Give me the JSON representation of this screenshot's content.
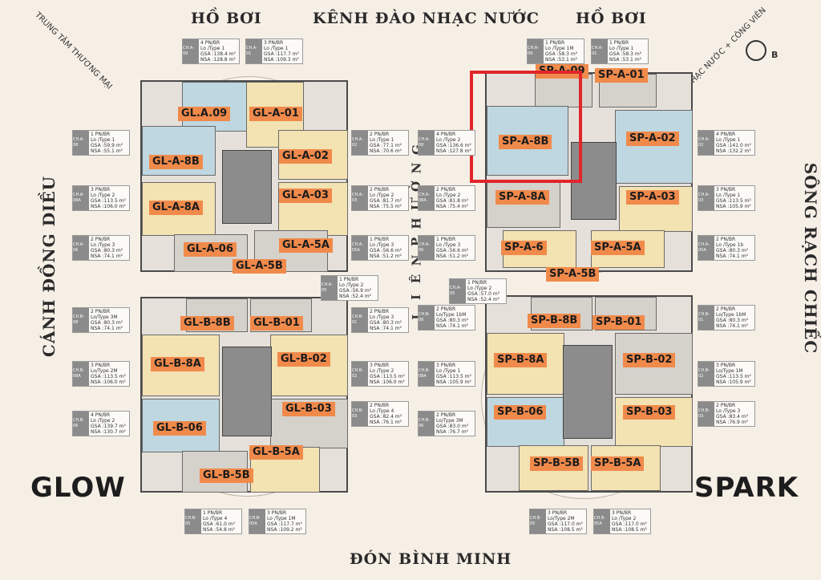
{
  "edges": {
    "top_left": "HỒ BƠI",
    "top_center": "KÊNH ĐÀO NHẠC NƯỚC",
    "top_right": "HỒ BƠI",
    "bottom": "ĐÓN BÌNH MINH",
    "left": "CÁNH ĐỒNG DIỀU",
    "right": "SÔNG RẠCH CHIẾC",
    "center_vertical": "LIÊN PHƯỜNG",
    "corner_left": "TRUNG TÂM THƯƠNG MẠI",
    "corner_right": "NHẠC NƯỚC + CÔNG VIÊN",
    "logo": "B"
  },
  "brands": {
    "left": "GLOW",
    "right": "SPARK"
  },
  "colors": {
    "tag": "#f08a4b",
    "highlight": "#e0262b"
  },
  "tags": {
    "gla09": "GL.A.09",
    "gla01": "GL-A-01",
    "gla8b": "GL-A-8B",
    "gla02": "GL-A-02",
    "gla8a": "GL-A-8A",
    "gla03": "GL-A-03",
    "gla06": "GL-A-06",
    "gla5a": "GL-A-5A",
    "gla5b": "GL-A-5B",
    "spa09": "SP-A-09",
    "spa01": "SP-A-01",
    "spa8b": "SP-A-8B",
    "spa02": "SP-A-02",
    "spa8a": "SP-A-8A",
    "spa03": "SP-A-03",
    "spa6": "SP-A-6",
    "spa5a": "SP-A-5A",
    "spa5b": "SP-A-5B",
    "glb8b": "GL-B-8B",
    "glb01": "GL-B-01",
    "glb8a": "GL-B-8A",
    "glb02": "GL-B-02",
    "glb06": "GL-B-06",
    "glb03": "GL-B-03",
    "glb5a": "GL-B-5A",
    "glb5b": "GL-B-5B",
    "spb8b": "SP-B-8B",
    "spb01": "SP-B-01",
    "spb8a": "SP-B-8A",
    "spb02": "SP-B-02",
    "spb06": "SP-B-06",
    "spb03": "SP-B-03",
    "spb5b": "SP-B-5B",
    "spb5a": "SP-B-5A"
  },
  "cards": [
    {
      "code": "CH.A-09",
      "l1": "4 PN/BR",
      "l2": "Lo  /Type 1",
      "l3": "GSA :138.4 m²",
      "l4": "NSA :128.8 m²"
    },
    {
      "code": "CH.A-01",
      "l1": "3 PN/BR",
      "l2": "Lo  /Type 1",
      "l3": "GSA :117.7 m²",
      "l4": "NSA :109.3 m²"
    },
    {
      "code": "CH.A-08",
      "l1": "1 PN/BR",
      "l2": "Lo  /Type 1",
      "l3": "GSA :59.9 m²",
      "l4": "NSA :55.1 m²"
    },
    {
      "code": "CH.A-02",
      "l1": "2 PN/BR",
      "l2": "Lo  /Type 1",
      "l3": "GSA :77.1 m²",
      "l4": "NSA :70.6 m²"
    },
    {
      "code": "CH.A-08A",
      "l1": "3 PN/BR",
      "l2": "Lo  /Type 2",
      "l3": "GSA :113.5 m²",
      "l4": "NSA :106.0 m²"
    },
    {
      "code": "CH.A-03",
      "l1": "2 PN/BR",
      "l2": "Lo  /Type 2",
      "l3": "GSA :81.7 m²",
      "l4": "NSA :75.5 m²"
    },
    {
      "code": "CH.A-06",
      "l1": "2 PN/BR",
      "l2": "Lo  /Type 3",
      "l3": "GSA :80.3 m²",
      "l4": "NSA :74.1 m²"
    },
    {
      "code": "CH.A-05A",
      "l1": "1 PN/BR",
      "l2": "Lo  /Type 3",
      "l3": "GSA :56.6 m²",
      "l4": "NSA :51.2 m²"
    },
    {
      "code": "CH.A-05",
      "l1": "1 PN/BR",
      "l2": "Lo  /Type 2",
      "l3": "GSA :56.9 m²",
      "l4": "NSA :52.4 m²"
    },
    {
      "code": "CH.A-09",
      "l1": "1 PN/BR",
      "l2": "Lo  /Type 1M",
      "l3": "GSA :58.3 m²",
      "l4": "NSA :53.1 m²"
    },
    {
      "code": "CH.A-01",
      "l1": "1 PN/BR",
      "l2": "Lo  /Type 1",
      "l3": "GSA :58.3 m²",
      "l4": "NSA :53.1 m²"
    },
    {
      "code": "CH.A-08",
      "l1": "4 PN/BR",
      "l2": "Lo  /Type 2",
      "l3": "GSA :136.6 m²",
      "l4": "NSA :127.8 m²"
    },
    {
      "code": "CH.A-02",
      "l1": "4 PN/BR",
      "l2": "Lo  /Type 1",
      "l3": "GSA :141.0 m²",
      "l4": "NSA :132.2 m²"
    },
    {
      "code": "CH.A-08A",
      "l1": "2 PN/BR",
      "l2": "Lo  /Type 2",
      "l3": "GSA :81.8 m²",
      "l4": "NSA :75.4 m²"
    },
    {
      "code": "CH.A-03",
      "l1": "3 PN/BR",
      "l2": "Lo  /Type 1",
      "l3": "GSA :113.5 m²",
      "l4": "NSA :105.9 m²"
    },
    {
      "code": "CH.A-06",
      "l1": "1 PN/BR",
      "l2": "Lo  /Type 3",
      "l3": "GSA :56.6 m²",
      "l4": "NSA :51.2 m²"
    },
    {
      "code": "CH.A-05A",
      "l1": "2 PN/BR",
      "l2": "Lo  /Type 1b",
      "l3": "GSA :80.3 m²",
      "l4": "NSA :74.1 m²"
    },
    {
      "code": "CH.A-05",
      "l1": "1 PN/BR",
      "l2": "Lo  /Type 2",
      "l3": "GSA :57.0 m²",
      "l4": "NSA :52.4 m²"
    },
    {
      "code": "CH.B-08",
      "l1": "2    PN/BR",
      "l2": "Lo/Type 3M",
      "l3": "GSA :80.3 m²",
      "l4": "NSA :74.1 m²"
    },
    {
      "code": "CH.B-01",
      "l1": "2 PN/BR",
      "l2": "Lo  /Type 3",
      "l3": "GSA :80.3 m²",
      "l4": "NSA :74.1 m²"
    },
    {
      "code": "CH.B-08A",
      "l1": "3    PN/BR",
      "l2": "Lo/Type 2M",
      "l3": "GSA :113.5 m²",
      "l4": "NSA :106.0 m²"
    },
    {
      "code": "CH.B-02",
      "l1": "3 PN/BR",
      "l2": "Lo  /Type 2",
      "l3": "GSA :113.5 m²",
      "l4": "NSA :106.0 m²"
    },
    {
      "code": "CH.B-06",
      "l1": "4 PN/BR",
      "l2": "Lo  /Type 2",
      "l3": "GSA :139.7 m²",
      "l4": "NSA :130.7 m²"
    },
    {
      "code": "CH.B-03",
      "l1": "2 PN/BR",
      "l2": "Lo  /Type 4",
      "l3": "GSA :82.4 m²",
      "l4": "NSA :76.1 m²"
    },
    {
      "code": "CH.B-05",
      "l1": "1 PN/BR",
      "l2": "Lo  /Type 4",
      "l3": "GSA :61.0 m²",
      "l4": "NSA :54.8 m²"
    },
    {
      "code": "CH.B-05A",
      "l1": "3 PN/BR",
      "l2": "Lo  /Type 1M",
      "l3": "GSA :117.7 m²",
      "l4": "NSA :109.2 m²"
    },
    {
      "code": "CH.B-08",
      "l1": "2 PN/BR",
      "l2": "Lo/Type 1bM",
      "l3": "GSA :80.3 m²",
      "l4": "NSA :74.1 m²"
    },
    {
      "code": "CH.B-01",
      "l1": "2 PN/BR",
      "l2": "Lo/Type 1bM",
      "l3": "GSA :80.3 m²",
      "l4": "NSA :74.1 m²"
    },
    {
      "code": "CH.B-08A",
      "l1": "3 PN/BR",
      "l2": "Lo  /Type 1",
      "l3": "GSA :113.5 m²",
      "l4": "NSA :105.9 m²"
    },
    {
      "code": "CH.B-02",
      "l1": "3 PN/BR",
      "l2": "Lo/Type 1M",
      "l3": "GSA :113.5 m²",
      "l4": "NSA :105.9 m²"
    },
    {
      "code": "CH.B-06",
      "l1": "2 PN/BR",
      "l2": "Lo/Type 3M",
      "l3": "GSA :83.0 m²",
      "l4": "NSA :76.7 m²"
    },
    {
      "code": "CH.B-03",
      "l1": "2 PN/BR",
      "l2": "Lo  /Type 3",
      "l3": "GSA :83.4 m²",
      "l4": "NSA :76.9 m²"
    },
    {
      "code": "CH.B-05",
      "l1": "3 PN/BR",
      "l2": "Lo/Type 2M",
      "l3": "GSA :117.0 m²",
      "l4": "NSA :108.5 m²"
    },
    {
      "code": "CH.B-05A",
      "l1": "3 PN/BR",
      "l2": "Lo  /Type 2",
      "l3": "GSA :117.0 m²",
      "l4": "NSA :108.5 m²"
    }
  ]
}
